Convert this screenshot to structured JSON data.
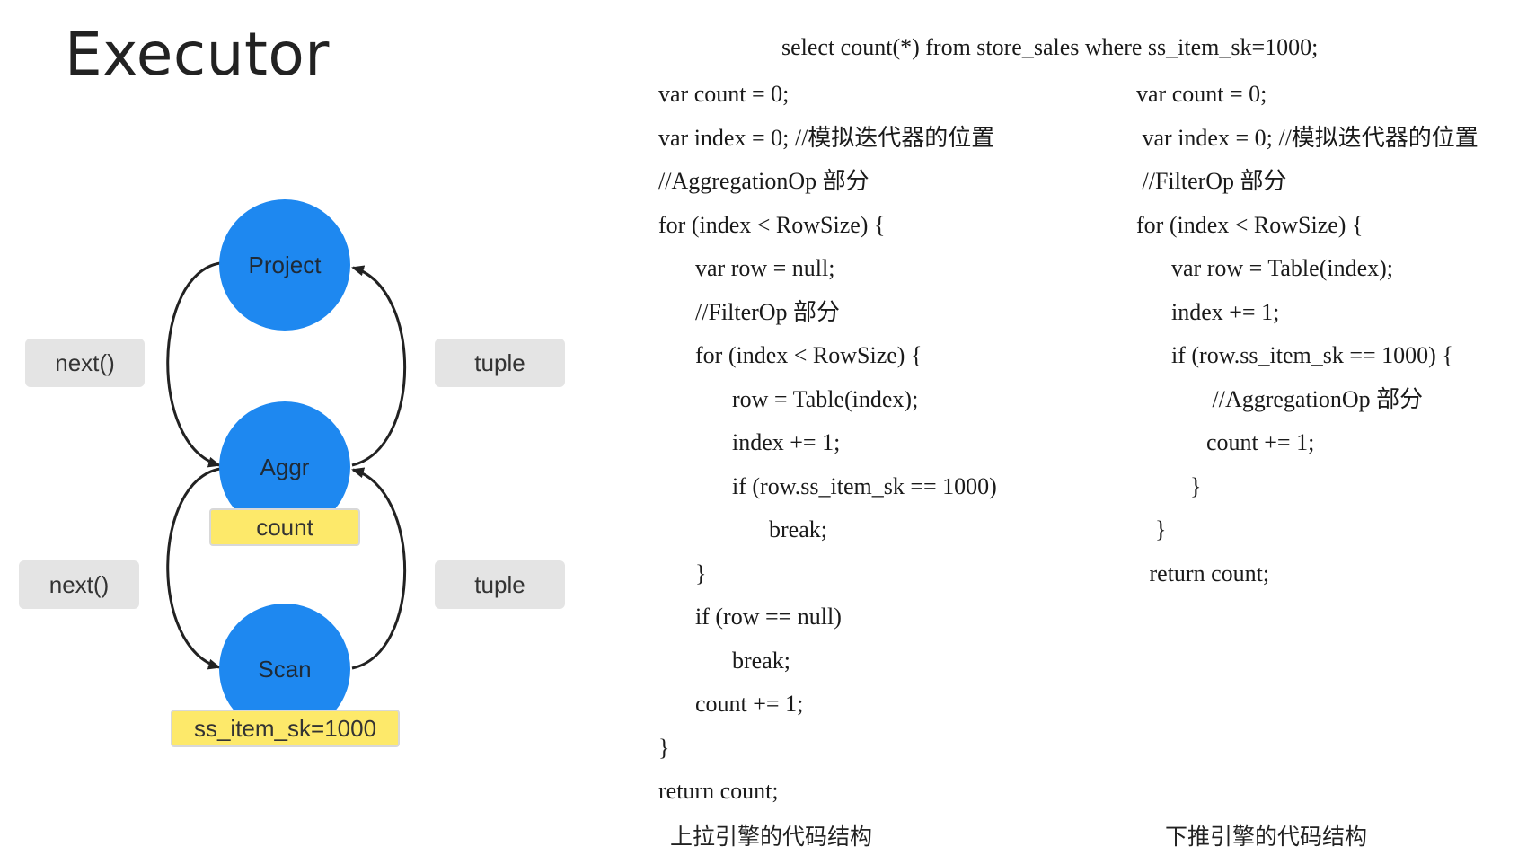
{
  "title": "Executor",
  "diagram": {
    "nodes": [
      {
        "id": "project",
        "label": "Project"
      },
      {
        "id": "aggr",
        "label": "Aggr"
      },
      {
        "id": "scan",
        "label": "Scan"
      }
    ],
    "colors": {
      "node": "#1e88f0",
      "tag_gray": "#e4e4e4",
      "tag_yellow": "#fde96a"
    },
    "annotations": {
      "aggr": "count",
      "scan": "ss_item_sk=1000"
    },
    "edge_labels": {
      "next_top": "next()",
      "next_bottom": "next()",
      "tuple_top": "tuple",
      "tuple_bottom": "tuple"
    }
  },
  "query": "select count(*) from store_sales where ss_item_sk=1000;",
  "pull_code": [
    "var count = 0;",
    "var index = 0; //模拟迭代器的位置",
    "//AggregationOp 部分",
    "for (index < RowSize) {",
    "  var row = null;",
    "  //FilterOp 部分",
    "  for (index < RowSize) {",
    "    row = Table(index);",
    "    index += 1;",
    "    if (row.ss_item_sk == 1000)",
    "      break;",
    "  }",
    "  if (row == null)",
    "    break;",
    "  count += 1;",
    "}",
    "return count;"
  ],
  "push_code": [
    "var count = 0;",
    " var index = 0; //模拟迭代器的位置",
    " //FilterOp 部分",
    "for (index < RowSize) {",
    "  var row = Table(index);",
    "  index += 1;",
    "  if (row.ss_item_sk == 1000) {",
    "     //AggregationOp 部分",
    "    count += 1;",
    "    }",
    "  }",
    " return count;"
  ],
  "captions": {
    "pull": "上拉引擎的代码结构",
    "push": "下推引擎的代码结构"
  }
}
